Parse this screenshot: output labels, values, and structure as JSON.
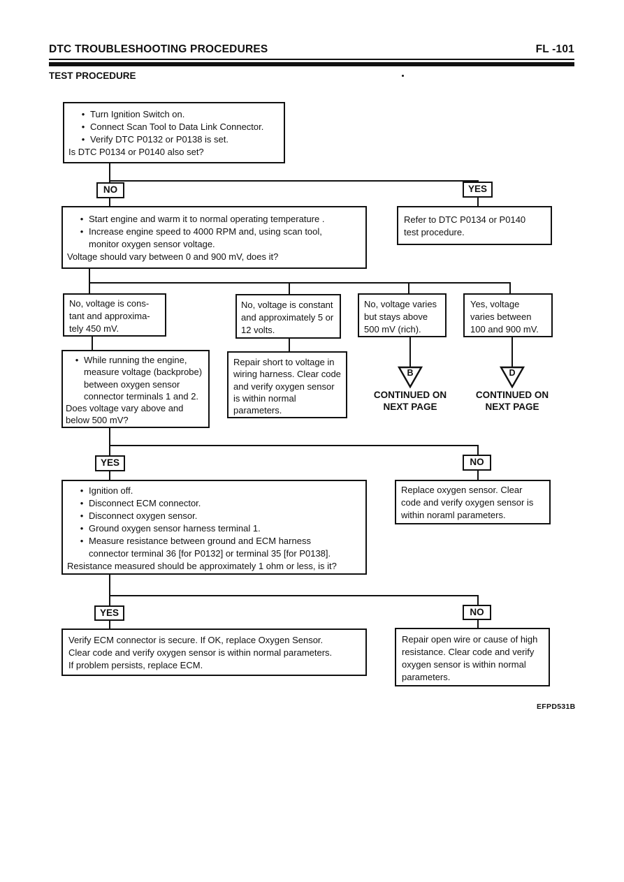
{
  "page": {
    "header_title": "DTC TROUBLESHOOTING PROCEDURES",
    "header_page_ref": "FL -101",
    "section_title": "TEST PROCEDURE",
    "figure_code": "EFPD531B",
    "ink_color": "#111111",
    "paper_color": "#ffffff"
  },
  "glyphs": {
    "bullet": "•"
  },
  "decisions": {
    "yes": "YES",
    "no": "NO"
  },
  "continued_note": {
    "line1": "CONTINUED ON",
    "line2": "NEXT PAGE"
  },
  "connectors": {
    "b": "B",
    "d": "D"
  },
  "boxes": {
    "step1": {
      "lines": [
        "Turn Ignition Switch on.",
        "Connect Scan Tool to Data Link Connector.",
        "Verify DTC P0132 or P0138 is set.",
        "Is DTC P0134 or P0140 also set?"
      ]
    },
    "step2": {
      "lines": [
        "Start engine and warm it to normal operating temperature .",
        "Increase engine speed to 4000 RPM and, using scan tool,",
        "monitor oxygen sensor voltage.",
        "Voltage should vary between 0 and 900 mV, does it?"
      ]
    },
    "refer": {
      "lines": [
        "Refer to DTC P0134 or P0140",
        "test procedure."
      ]
    },
    "result_450": {
      "lines": [
        "No, voltage is cons-",
        "tant and approxima-",
        "tely 450 mV."
      ]
    },
    "result_5_12": {
      "lines": [
        "No, voltage is constant",
        "and approximately 5 or",
        "12 volts."
      ]
    },
    "result_above500": {
      "lines": [
        "No, voltage varies",
        "but stays above",
        "500 mV (rich)."
      ]
    },
    "result_100_900": {
      "lines": [
        "Yes, voltage",
        "varies between",
        "100 and 900 mV."
      ]
    },
    "backprobe": {
      "lines": [
        "While running the engine,",
        "measure voltage (backprobe)",
        "between oxygen sensor",
        "connector terminals 1 and 2.",
        "Does voltage vary above and",
        "below 500 mV?"
      ]
    },
    "repair_short": {
      "lines": [
        "Repair short to voltage in",
        "wiring harness. Clear code",
        "and verify oxygen sensor",
        "is within normal",
        "parameters."
      ]
    },
    "resistance": {
      "lines": [
        "Ignition off.",
        "Disconnect ECM connector.",
        "Disconnect oxygen sensor.",
        "Ground oxygen sensor harness terminal 1.",
        "Measure resistance between ground and ECM harness",
        "connector terminal 36 [for P0132] or terminal 35 [for P0138].",
        "Resistance measured should be approximately 1 ohm or less, is it?"
      ]
    },
    "replace_sensor": {
      "lines": [
        "Replace oxygen sensor. Clear",
        "code and verify oxygen sensor is",
        "within noraml parameters."
      ]
    },
    "verify_ecm": {
      "lines": [
        "Verify ECM connector is secure. If OK, replace Oxygen Sensor.",
        "Clear code and verify oxygen sensor is within normal parameters.",
        "If problem persists, replace ECM."
      ]
    },
    "repair_open": {
      "lines": [
        "Repair open wire or cause of high",
        "resistance. Clear code and verify",
        "oxygen sensor is within normal",
        "parameters."
      ]
    }
  }
}
